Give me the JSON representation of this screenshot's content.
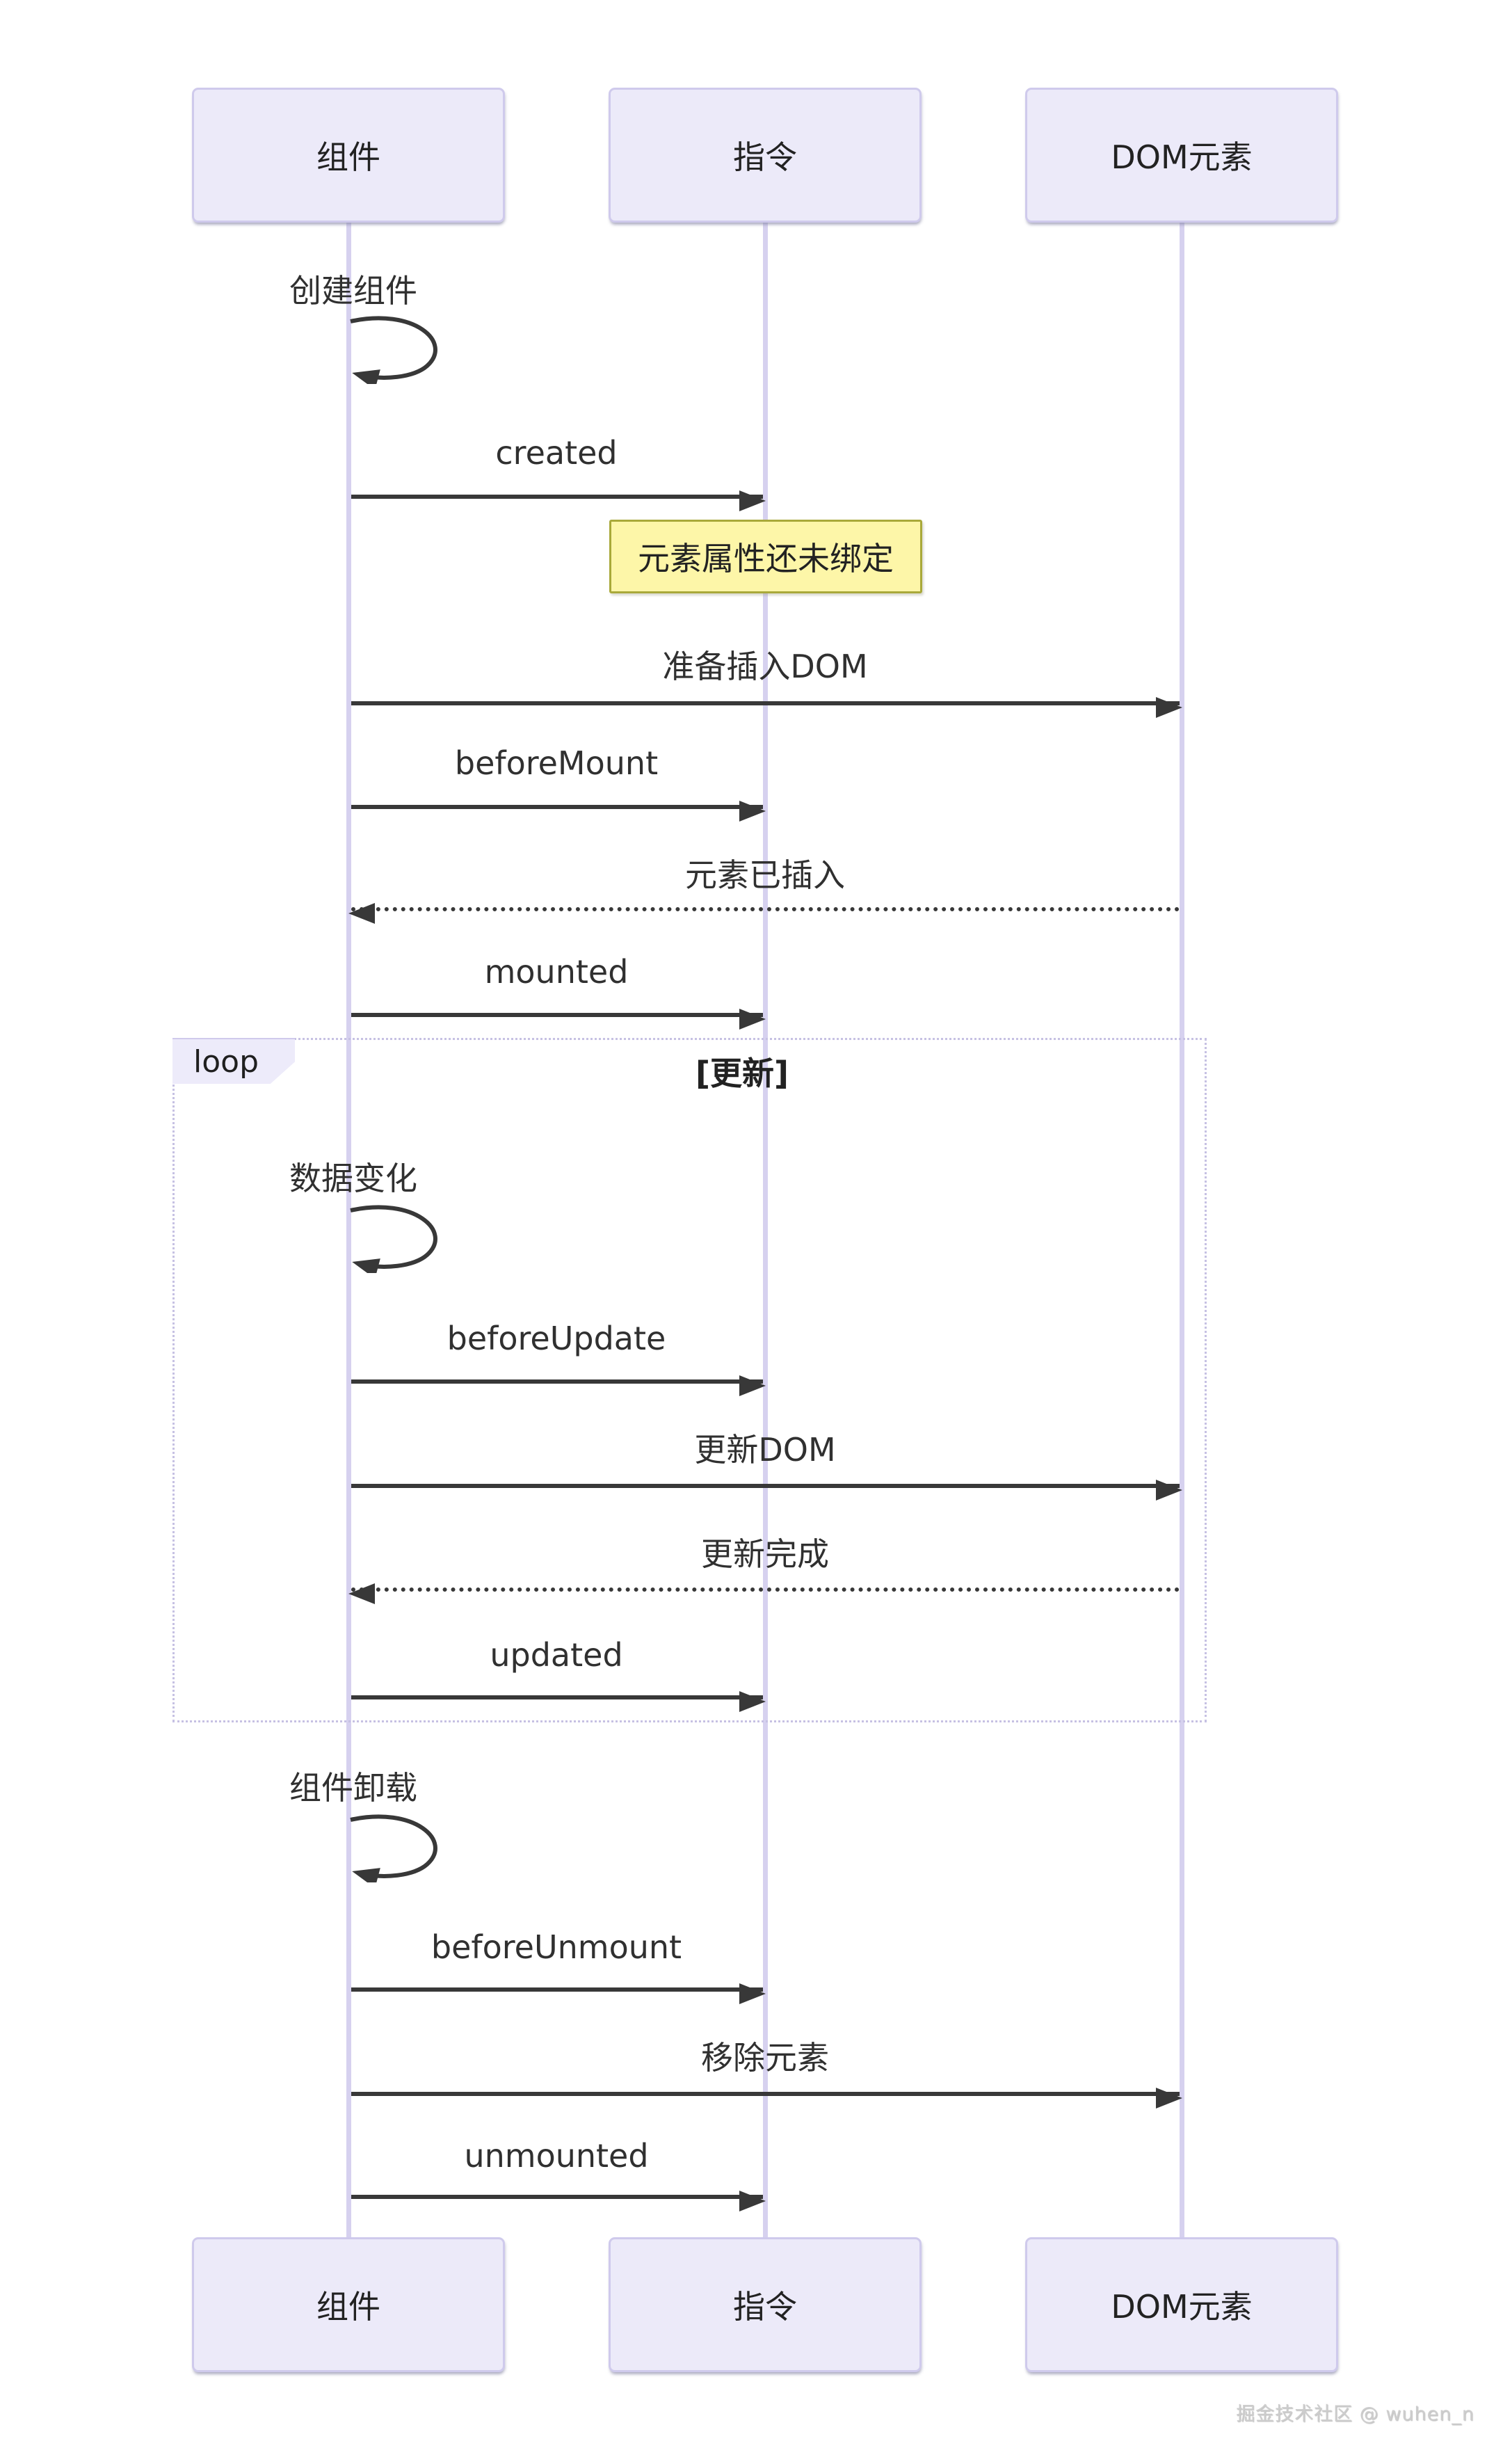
{
  "diagram": {
    "actors": {
      "component": "组件",
      "directive": "指令",
      "dom": "DOM元素"
    },
    "self_messages": {
      "create": "创建组件",
      "data_change": "数据变化",
      "unload": "组件卸载"
    },
    "messages": {
      "created": "created",
      "prepare_insert_dom": "准备插入DOM",
      "before_mount": "beforeMount",
      "element_inserted": "元素已插入",
      "mounted": "mounted",
      "before_update": "beforeUpdate",
      "update_dom": "更新DOM",
      "update_done": "更新完成",
      "updated": "updated",
      "before_unmount": "beforeUnmount",
      "remove_element": "移除元素",
      "unmounted": "unmounted"
    },
    "note": "元素属性还未绑定",
    "loop": {
      "label": "loop",
      "condition": "[更新]"
    },
    "watermark": "掘金技术社区 @ wuhen_n",
    "colors": {
      "actor_fill": "#ECEAF9",
      "actor_border": "#CFCAEC",
      "lifeline": "#D6D1EF",
      "note_fill": "#FDF6A8",
      "note_border": "#A9A93A",
      "arrow": "#383838"
    }
  }
}
